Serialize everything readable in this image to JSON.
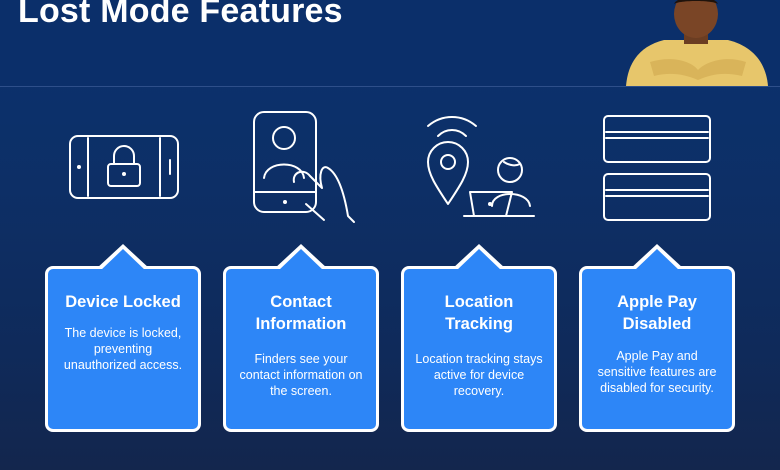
{
  "page": {
    "title": "Lost Mode Features"
  },
  "colors": {
    "background": "#0d2f66",
    "header": "#0b2f6a",
    "card": "#2d86f7",
    "card_border": "#ffffff"
  },
  "features": [
    {
      "icon": "locked-phone-icon",
      "title": "Device Locked",
      "description": "The device is locked, preventing unauthorized access."
    },
    {
      "icon": "contact-phone-hand-icon",
      "title": "Contact Information",
      "description": "Finders see your contact information on the screen."
    },
    {
      "icon": "location-tracking-icon",
      "title": "Location Tracking",
      "description": "Location tracking stays active for device recovery."
    },
    {
      "icon": "apple-pay-cards-icon",
      "title": "Apple Pay Disabled",
      "description": "Apple Pay and sensitive features are disabled for security."
    }
  ]
}
